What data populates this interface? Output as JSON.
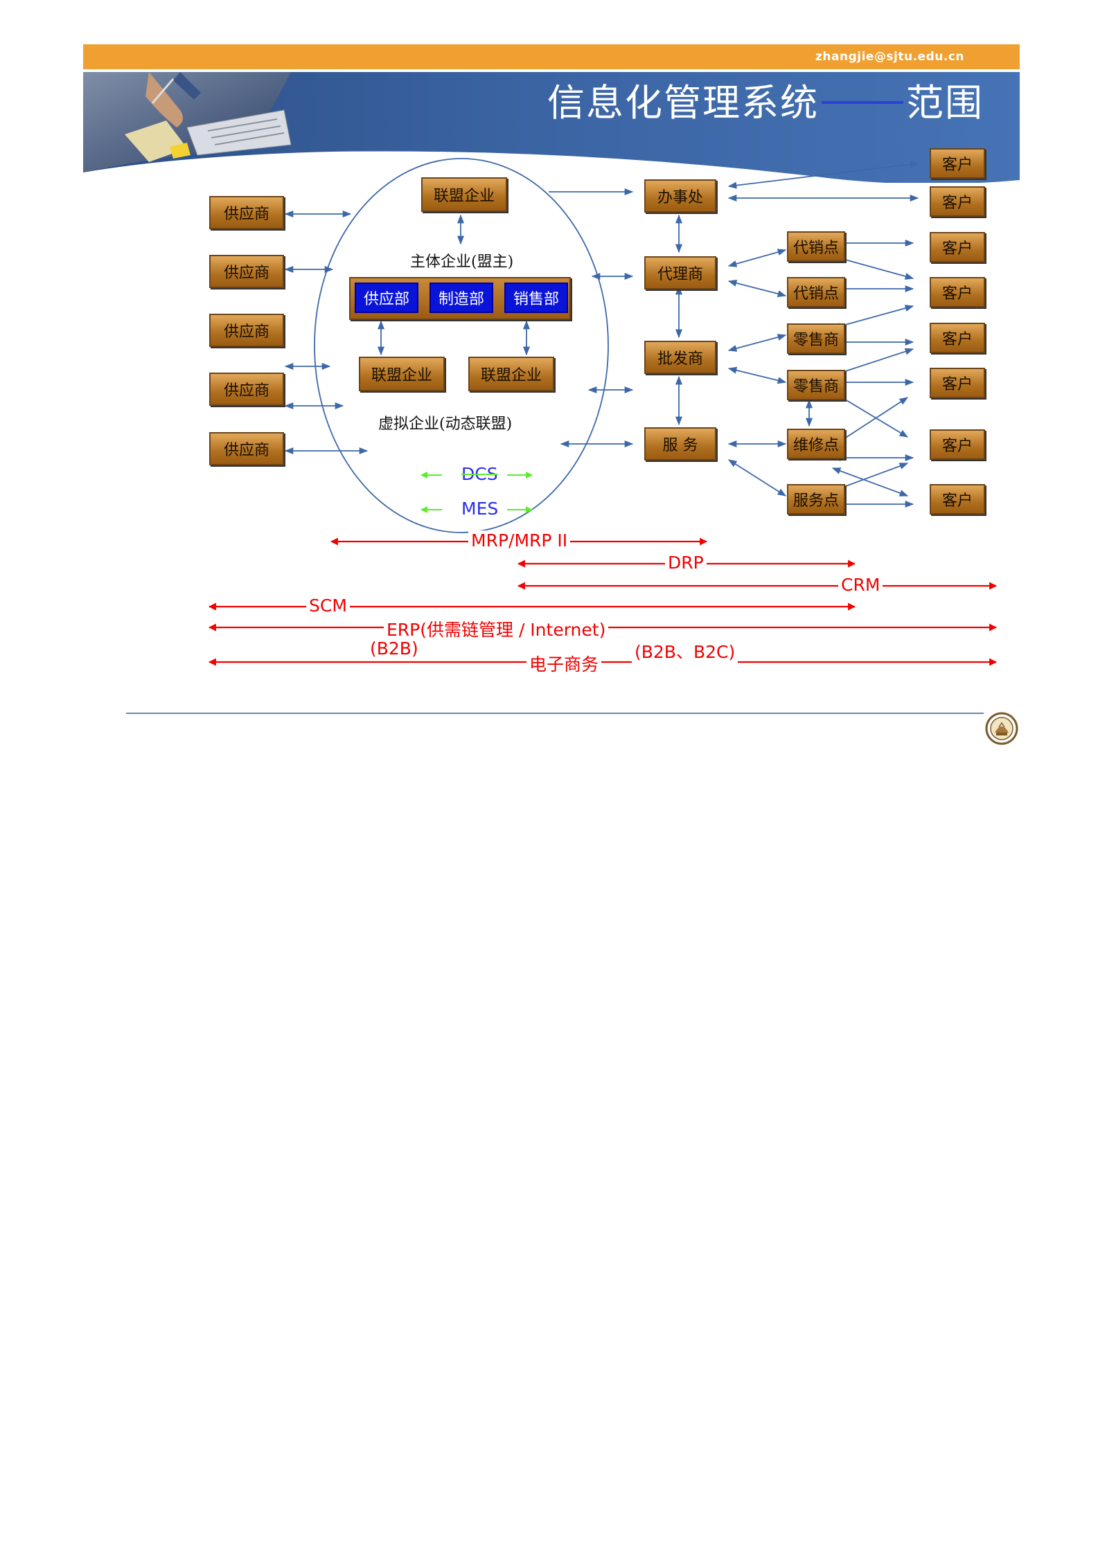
{
  "header": {
    "email": "zhangjie@sjtu.edu.cn",
    "title_left": "信息化管理系统",
    "title_right": "范围"
  },
  "suppliers": [
    "供应商",
    "供应商",
    "供应商",
    "供应商",
    "供应商"
  ],
  "core": {
    "top_alliance": "联盟企业",
    "main_label": "主体企业(盟主)",
    "departments": [
      "供应部",
      "制造部",
      "销售部"
    ],
    "bottom_alliances": [
      "联盟企业",
      "联盟企业"
    ],
    "virtual_label": "虚拟企业(动态联盟)"
  },
  "channels": [
    "办事处",
    "代理商",
    "批发商",
    "服 务"
  ],
  "outlets": [
    "代销点",
    "代销点",
    "零售商",
    "零售商",
    "维修点",
    "服务点"
  ],
  "customers": [
    "客户",
    "客户",
    "客户",
    "客户",
    "客户",
    "客户",
    "客户",
    "客户"
  ],
  "systems": {
    "dcs": "DCS",
    "mes": "MES",
    "mrp": "MRP/MRP II",
    "drp": "DRP",
    "crm": "CRM",
    "scm": "SCM",
    "erp": "ERP(供需链管理 / Internet)",
    "ec_b2b": "(B2B)",
    "ec": "电子商务",
    "ec_b2b_b2c": "(B2B、B2C)"
  },
  "colors": {
    "banner_orange": "#f0a030",
    "banner_blue": "#3c67a6",
    "box_orange": "#c98a3a",
    "dept_blue": "#0a14d8",
    "system_red": "#f00000",
    "system_blue": "#2a2cf0",
    "system_green": "#5aee2a",
    "connector_blue": "#3d68a8"
  }
}
